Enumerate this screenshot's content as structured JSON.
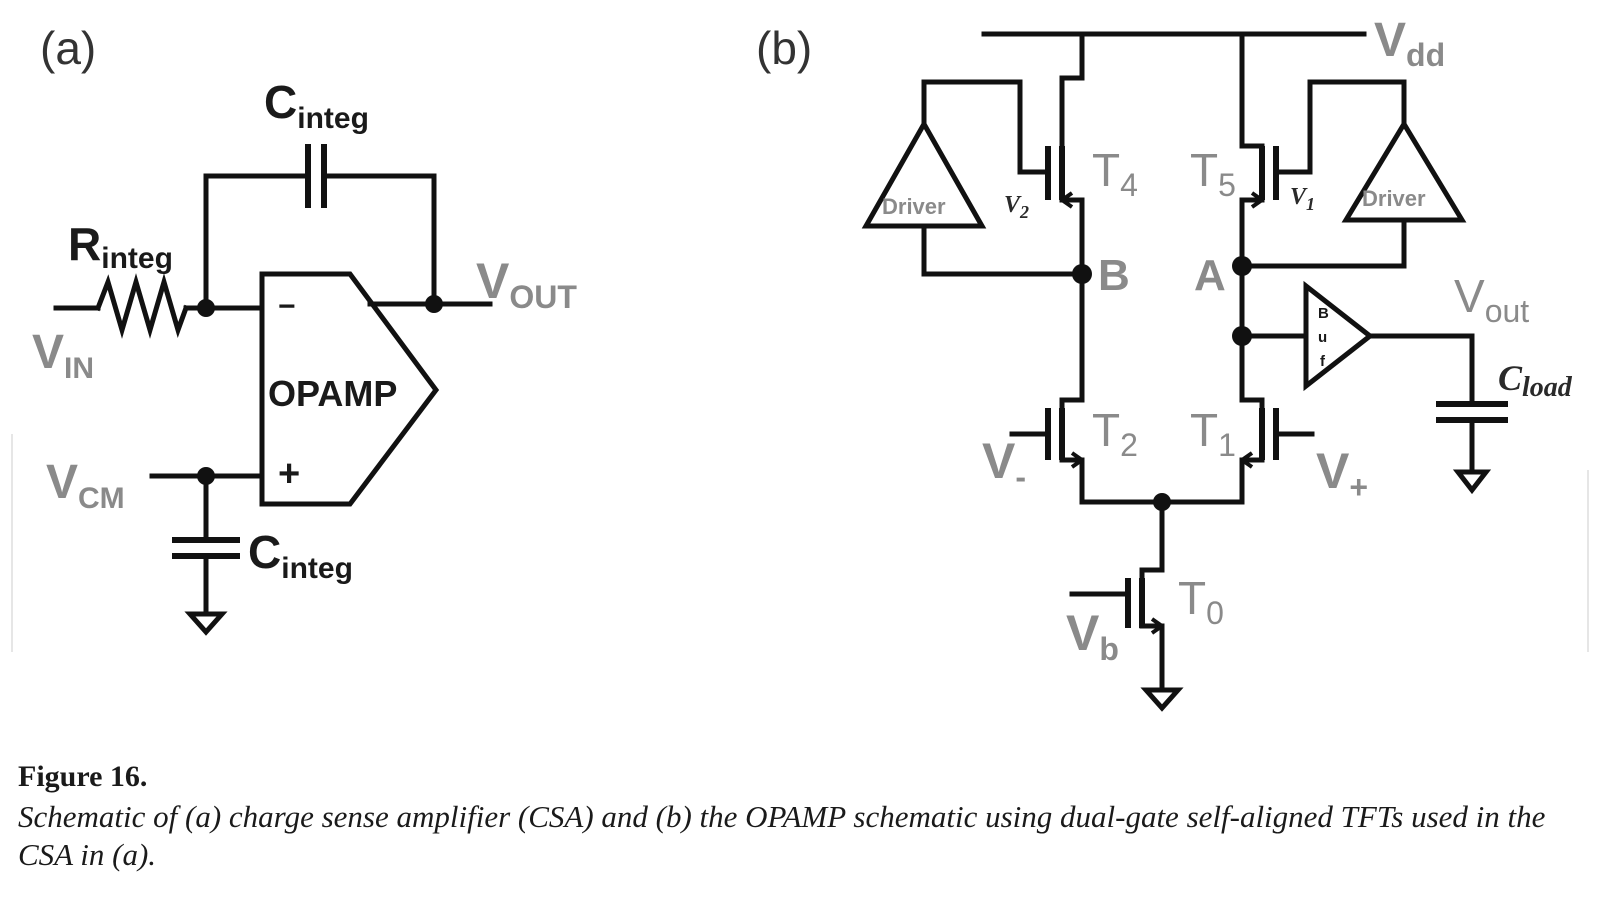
{
  "panels": {
    "a": "(a)",
    "b": "(b)"
  },
  "circuit_a": {
    "cap_top": {
      "main": "C",
      "sub": "integ"
    },
    "resistor": {
      "main": "R",
      "sub": "integ"
    },
    "vin": {
      "main": "V",
      "sub": "IN"
    },
    "vout": {
      "main": "V",
      "sub": "OUT"
    },
    "vcm": {
      "main": "V",
      "sub": "CM"
    },
    "cap_bottom": {
      "main": "C",
      "sub": "integ"
    },
    "opamp": {
      "label": "OPAMP",
      "minus": "−",
      "plus": "+"
    }
  },
  "circuit_b": {
    "vdd": {
      "main": "V",
      "sub": "dd"
    },
    "t4": {
      "main": "T",
      "sub": "4"
    },
    "t5": {
      "main": "T",
      "sub": "5"
    },
    "t2": {
      "main": "T",
      "sub": "2"
    },
    "t1": {
      "main": "T",
      "sub": "1"
    },
    "t0": {
      "main": "T",
      "sub": "0"
    },
    "driver_left": "Driver",
    "driver_right": "Driver",
    "v2": {
      "main": "V",
      "sub": "2"
    },
    "v1": {
      "main": "V",
      "sub": "1"
    },
    "node_b": "B",
    "node_a": "A",
    "buf": [
      "B",
      "u",
      "f"
    ],
    "vout": {
      "main": "V",
      "sub": "out"
    },
    "cload": {
      "main": "C",
      "sub": "load"
    },
    "vminus": {
      "main": "V",
      "sub": "-"
    },
    "vplus": {
      "main": "V",
      "sub": "+"
    },
    "vb": {
      "main": "V",
      "sub": "b"
    }
  },
  "caption": {
    "title": "Figure 16.",
    "text": "Schematic of (a) charge sense amplifier (CSA) and (b) the OPAMP schematic using dual-gate self-aligned TFTs used in the CSA in (a)."
  }
}
